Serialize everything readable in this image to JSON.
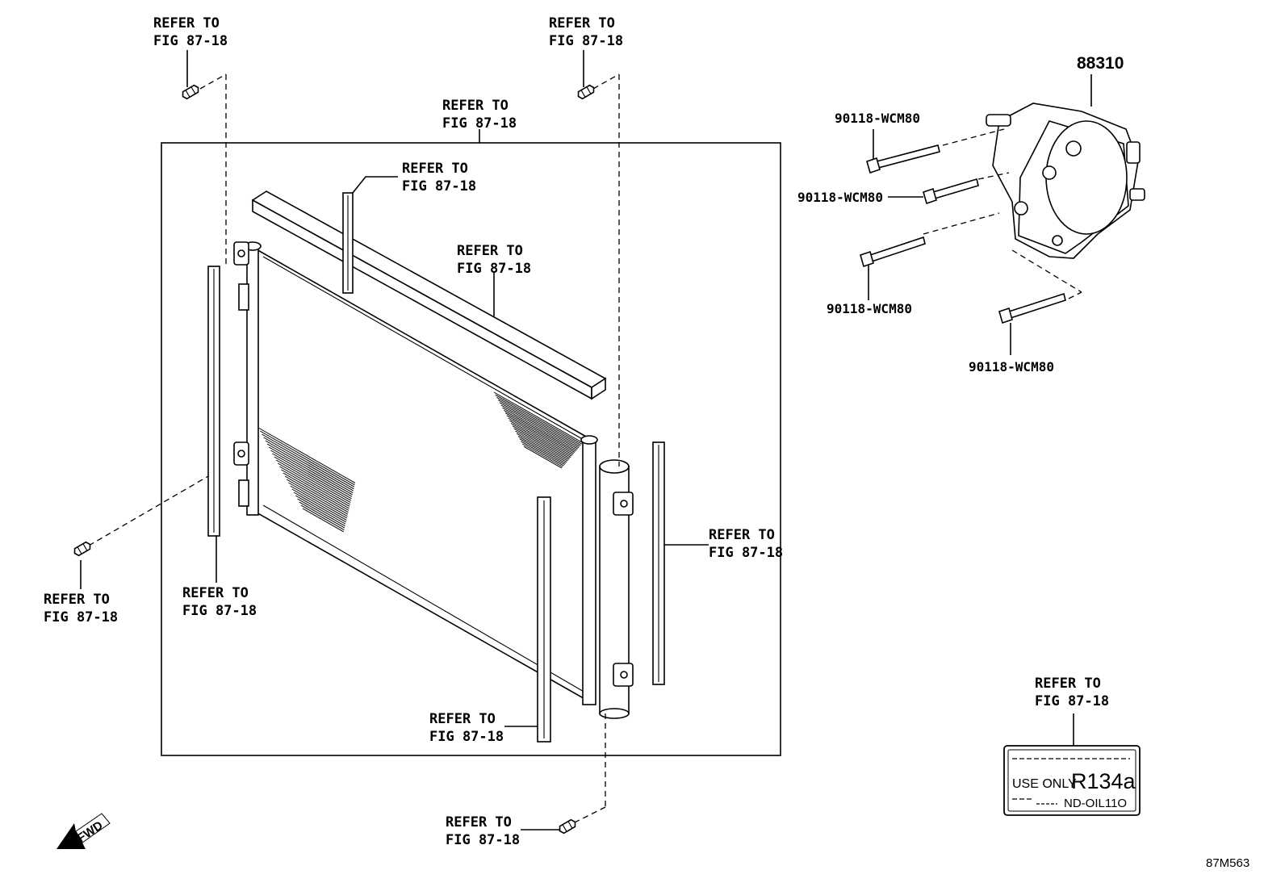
{
  "callouts": [
    {
      "id": "c1",
      "line1": "REFER TO",
      "line2": "FIG 87-18"
    },
    {
      "id": "c2",
      "line1": "REFER TO",
      "line2": "FIG 87-18"
    },
    {
      "id": "c3",
      "line1": "REFER TO",
      "line2": "FIG 87-18"
    },
    {
      "id": "c4",
      "line1": "REFER TO",
      "line2": "FIG 87-18"
    },
    {
      "id": "c5",
      "line1": "REFER TO",
      "line2": "FIG 87-18"
    },
    {
      "id": "c6",
      "line1": "REFER TO",
      "line2": "FIG 87-18"
    },
    {
      "id": "c7",
      "line1": "REFER TO",
      "line2": "FIG 87-18"
    },
    {
      "id": "c8",
      "line1": "REFER TO",
      "line2": "FIG 87-18"
    },
    {
      "id": "c9",
      "line1": "REFER TO",
      "line2": "FIG 87-18"
    },
    {
      "id": "c10",
      "line1": "REFER TO",
      "line2": "FIG 87-18"
    },
    {
      "id": "c11",
      "line1": "REFER TO",
      "line2": "FIG 87-18"
    }
  ],
  "parts": {
    "compressor": "88310",
    "bolts": [
      "90118-WCM80",
      "90118-WCM80",
      "90118-WCM80",
      "90118-WCM80"
    ]
  },
  "label_plate": {
    "use_only": "USE ONLY",
    "refrigerant": "R134a",
    "oil": "ND-OIL11O"
  },
  "fwd_label": "FWD",
  "figure_code": "87M563"
}
